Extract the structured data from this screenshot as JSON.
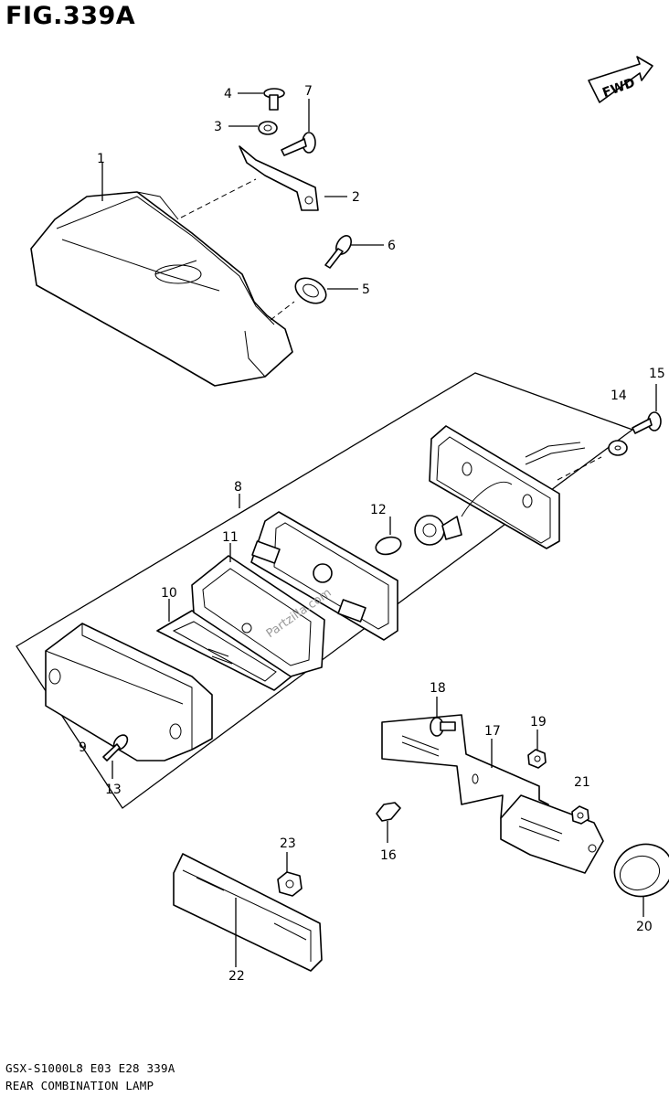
{
  "figure": {
    "title": "FIG.339A",
    "model_code": "GSX-S1000L8  E03  E28  339A",
    "description": "REAR COMBINATION LAMP",
    "fwd_label": "FWD",
    "watermark": "Partzilla.com"
  },
  "callouts": [
    {
      "n": "1"
    },
    {
      "n": "2"
    },
    {
      "n": "3"
    },
    {
      "n": "4"
    },
    {
      "n": "5"
    },
    {
      "n": "6"
    },
    {
      "n": "7"
    },
    {
      "n": "8"
    },
    {
      "n": "9"
    },
    {
      "n": "10"
    },
    {
      "n": "11"
    },
    {
      "n": "12"
    },
    {
      "n": "13"
    },
    {
      "n": "14"
    },
    {
      "n": "15"
    },
    {
      "n": "16"
    },
    {
      "n": "17"
    },
    {
      "n": "18"
    },
    {
      "n": "19"
    },
    {
      "n": "20"
    },
    {
      "n": "21"
    },
    {
      "n": "22"
    },
    {
      "n": "23"
    }
  ]
}
